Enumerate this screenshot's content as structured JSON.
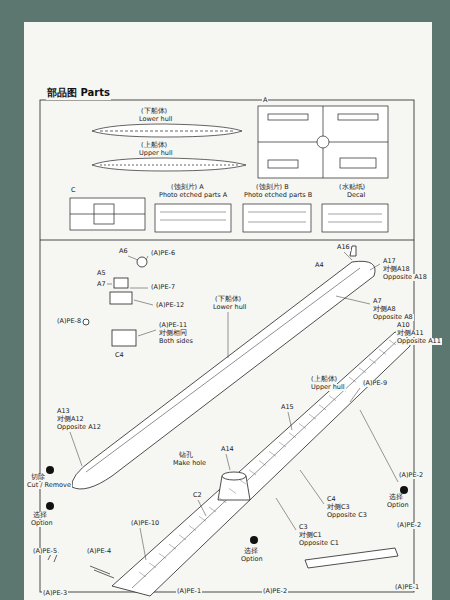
{
  "diagram": {
    "title": "部品图 Parts",
    "labels": [
      "(下船体)",
      "Lower hull",
      "(上船体)",
      "Upper hull",
      "A",
      "C",
      "(蚀刻片) A",
      "Photo etched parts A",
      "(蚀刻片) B",
      "Photo etched parts B",
      "(水贴纸)",
      "Decal",
      "A6",
      "(A)PE-6",
      "A5",
      "A7",
      "(A)PE-7",
      "(A)PE-12",
      "(A)PE-8",
      "(A)PE-11",
      "对侧相同",
      "Both sides",
      "C4",
      "(下船体)",
      "Lower hull",
      "A16",
      "A4",
      "A17",
      "对侧A18",
      "Opposite A18",
      "A7",
      "对侧A8",
      "Opposite A8",
      "A10",
      "对侧A11",
      "Opposite A11",
      "(A)PE-9",
      "(上船体)",
      "Upper hull",
      "A15",
      "A14",
      "钻孔",
      "Make hole",
      "C2",
      "A13",
      "对侧A12",
      "Opposite A12",
      "切除",
      "Cut / Remove",
      "(A)PE-10",
      "选择",
      "Option",
      "(A)PE-5",
      "(A)PE-4",
      "(A)PE-3",
      "选择",
      "Option",
      "C4",
      "对侧C3",
      "Opposite C3",
      "C3",
      "对侧C1",
      "Opposite C1",
      "(A)PE-2",
      "选择",
      "Option",
      "(A)PE-2",
      "(A)PE-1",
      "(A)PE-2",
      "(A)PE-1"
    ]
  }
}
